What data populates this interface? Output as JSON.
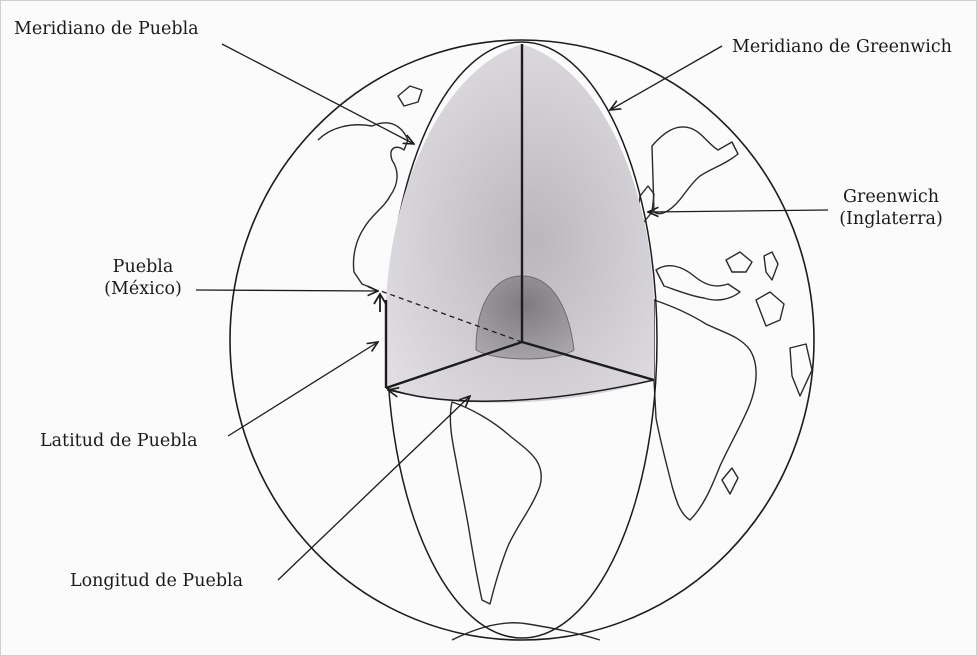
{
  "labels": {
    "meridiano_puebla": "Meridiano de Puebla",
    "meridiano_greenwich": "Meridiano de Greenwich",
    "greenwich_line1": "Greenwich",
    "greenwich_line2": "(Inglaterra)",
    "puebla_line1": "Puebla",
    "puebla_line2": "(México)",
    "latitud": "Latitud de Puebla",
    "longitud": "Longitud de Puebla"
  },
  "colors": {
    "outline": "#1c1c1c",
    "wedge_fill": "#d4d1d6",
    "core_fill": "#8c8a8e"
  }
}
